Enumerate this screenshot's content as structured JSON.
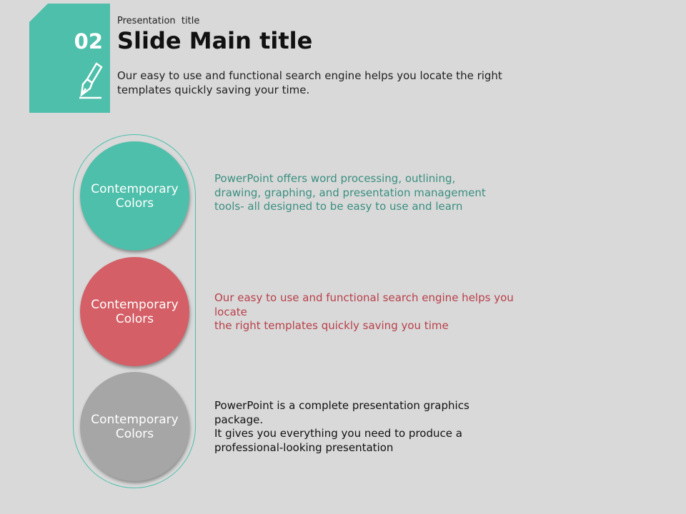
{
  "header": {
    "number": "02",
    "presentation_title": "Presentation  title",
    "main_title": "Slide Main title",
    "description": "Our easy to use and functional search engine helps you locate the right templates quickly saving your time."
  },
  "items": [
    {
      "label": "Contemporary Colors",
      "color": "#4dbfaa",
      "text_color": "#3a8f80",
      "text": "PowerPoint offers word processing, outlining, drawing, graphing, and presentation management tools- all designed to be easy to use and learn"
    },
    {
      "label": "Contemporary Colors",
      "color": "#d45f66",
      "text_color": "#b8404a",
      "text": "Our easy to use and functional search engine helps you locate\nthe right templates quickly saving you time"
    },
    {
      "label": "Contemporary Colors",
      "color": "#a6a6a6",
      "text_color": "#111111",
      "text": "PowerPoint is a complete presentation graphics package.\nIt gives you everything you need to produce a professional-looking presentation"
    }
  ]
}
